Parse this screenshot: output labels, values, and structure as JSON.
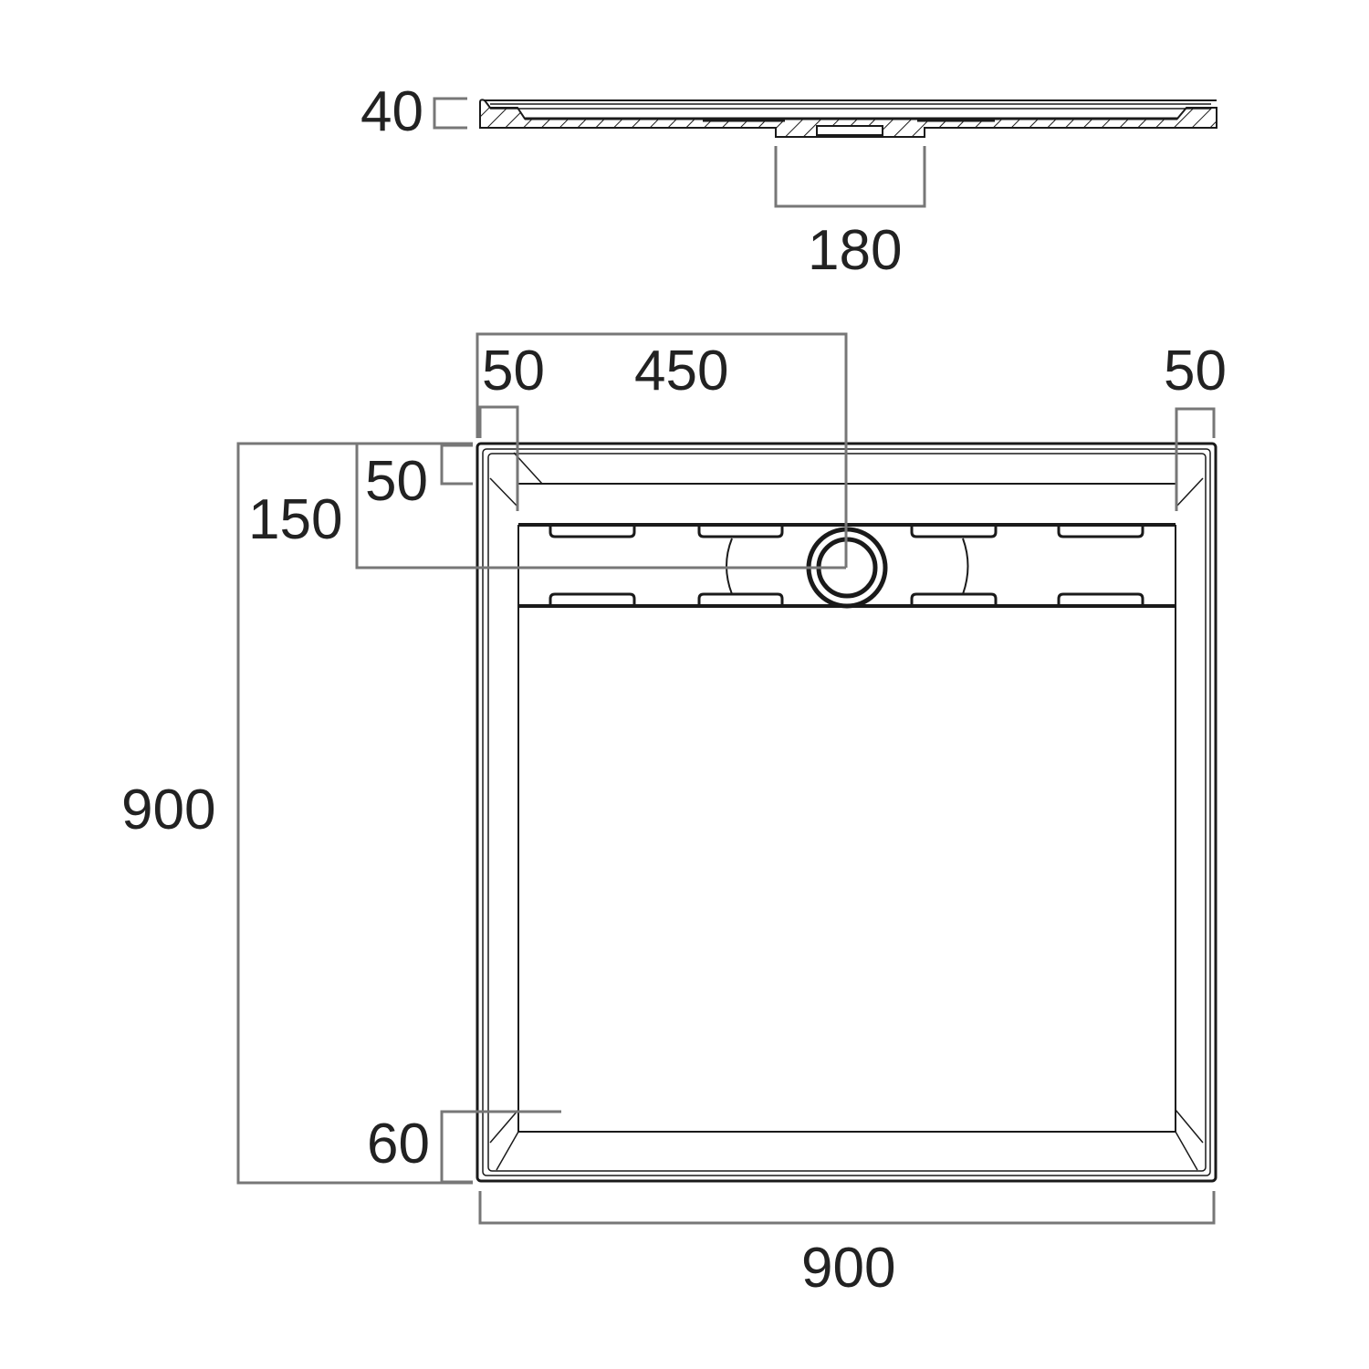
{
  "drawing": {
    "subject": "Square shower tray technical drawing",
    "units": "mm",
    "colors": {
      "outline": "#1a1a1a",
      "dimension_line": "#777777",
      "text": "#222222",
      "background": "#ffffff"
    }
  },
  "side_view": {
    "height_label": "40",
    "waste_width_label": "180"
  },
  "plan_view": {
    "left_margin_label": "50",
    "waste_offset_label": "450",
    "right_margin_label": "50",
    "top_margin_label": "50",
    "waste_from_top_label": "150",
    "bottom_margin_label": "60",
    "depth_label": "900",
    "width_label": "900"
  }
}
